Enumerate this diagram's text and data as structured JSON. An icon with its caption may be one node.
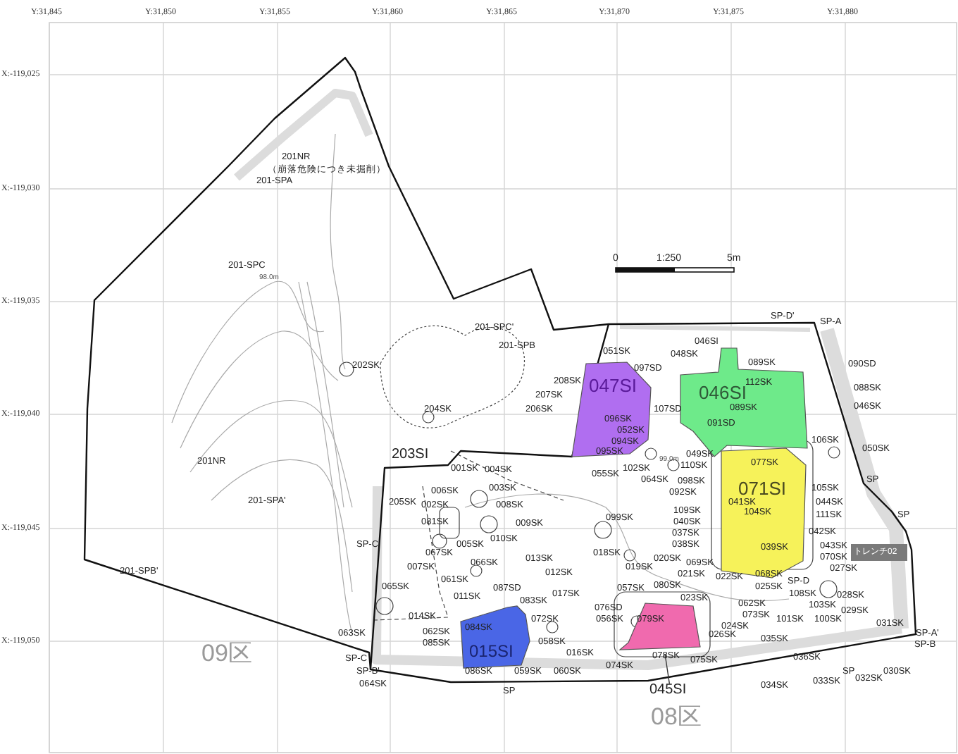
{
  "diagram": {
    "nodes": [
      {
        "text": [
          "047SI"
        ]
      },
      {
        "text": [
          "046SI"
        ]
      },
      {
        "text": [
          "071SI"
        ]
      },
      {
        "text": [
          "015SI"
        ]
      },
      {
        "text": [],
        "shape": "box"
      },
      {
        "text": [
          "045SI"
        ]
      }
    ],
    "edges": [
      {
        "from": 5,
        "to": 4,
        "arrow": "none"
      }
    ],
    "labels": [
      "Y:31,845",
      "Y:31,850",
      "Y:31,855",
      "Y:31,860",
      "Y:31,865",
      "Y:31,870",
      "Y:31,875",
      "Y:31,880",
      "X:-119,025",
      "X:-119,030",
      "X:-119,035",
      "X:-119,040",
      "X:-119,045",
      "X:-119,050",
      "0",
      "1:250",
      "5m",
      "09区",
      "08区",
      "201NR",
      "（崩落危険につき未掘削）",
      "201-SPA",
      "201-SPC",
      "98.0m",
      "202SK",
      "201NR",
      "201-SPA'",
      "201-SPB'",
      "201-SPC'",
      "201-SPB",
      "208SK",
      "207SK",
      "204SK",
      "206SK",
      "203SI",
      "001SK",
      "004SK",
      "003SK",
      "006SK",
      "205SK",
      "002SK",
      "008SK",
      "081SK",
      "009SK",
      "010SK",
      "005SK",
      "067SK",
      "007SK",
      "066SK",
      "013SK",
      "012SK",
      "018SK",
      "061SK",
      "065SK",
      "087SD",
      "017SK",
      "011SK",
      "083SK",
      "014SK",
      "084SK",
      "072SK",
      "076SD",
      "056SK",
      "063SK",
      "062SK",
      "085SK",
      "058SK",
      "016SK",
      "SP-C",
      "SP-C",
      "SP-B'",
      "064SK",
      "086SK",
      "059SK",
      "060SK",
      "SP",
      "051SK",
      "097SD",
      "107SD",
      "096SK",
      "052SK",
      "094SK",
      "095SK",
      "055SK",
      "102SK",
      "064SK",
      "99.0m",
      "SP-D'",
      "SP-A",
      "046SI",
      "048SK",
      "089SK",
      "090SD",
      "112SK",
      "088SK",
      "089SK",
      "046SK",
      "091SD",
      "106SK",
      "050SK",
      "049SK",
      "110SK",
      "077SK",
      "098SK",
      "105SK",
      "SP",
      "092SK",
      "041SK",
      "044SK",
      "109SK",
      "104SK",
      "111SK",
      "SP",
      "099SK",
      "040SK",
      "037SK",
      "042SK",
      "038SK",
      "039SK",
      "043SK",
      "020SK",
      "069SK",
      "070SK",
      "019SK",
      "021SK",
      "022SK",
      "068SK",
      "027SK",
      "トレンチ02",
      "057SK",
      "080SK",
      "025SK",
      "SP-D",
      "023SK",
      "108SK",
      "028SK",
      "062SK",
      "103SK",
      "029SK",
      "073SK",
      "079SK",
      "101SK",
      "100SK",
      "024SK",
      "031SK",
      "026SK",
      "035SK",
      "SP-A'",
      "SP-B",
      "078SK",
      "036SK",
      "075SK",
      "074SK",
      "SP",
      "030SK",
      "032SK",
      "033SK",
      "034SK"
    ]
  }
}
